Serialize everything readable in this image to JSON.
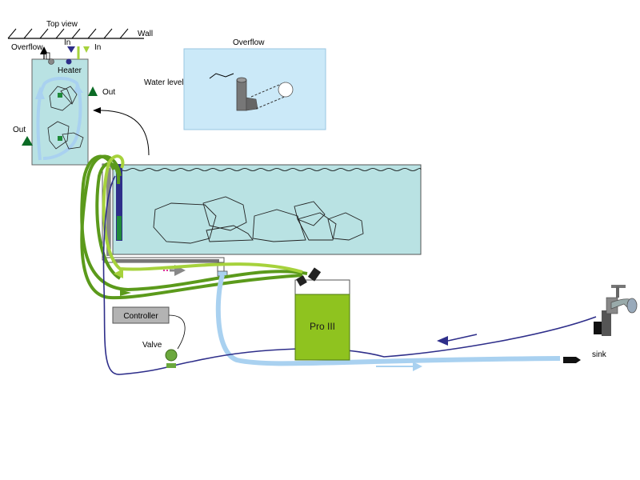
{
  "labels": {
    "top_view": "Top view",
    "wall": "Wall",
    "overflow_left": "Overflow",
    "in_left": "In",
    "in_right": "In",
    "heater": "Heater",
    "out_right": "Out",
    "out_left": "Out",
    "overflow_inset_title": "Overflow",
    "water_level": "Water level",
    "filter": "Pro III",
    "controller": "Controller",
    "valve": "Valve",
    "sink": "sink"
  },
  "colors": {
    "tank_water": "#b9e2e3",
    "inset_bg": "#cbe9f8",
    "dark_green": "#5b9a1b",
    "light_green": "#a6d23c",
    "light_blue": "#a9d1f0",
    "navy": "#2e2e8a",
    "filter_green": "#8fc31f",
    "gray": "#888888",
    "rock_green": "#1f8a3a"
  }
}
